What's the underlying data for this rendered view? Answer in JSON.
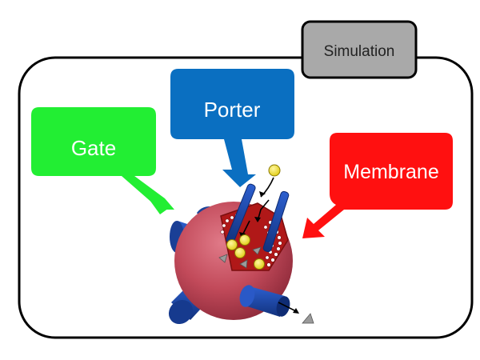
{
  "tab": {
    "label": "Simulation"
  },
  "callouts": {
    "gate": "Gate",
    "porter": "Porter",
    "membrane": "Membrane"
  },
  "colors": {
    "gate": "#22ee33",
    "porter": "#0a6fc1",
    "membrane": "#ff1010",
    "tab": "#a9a9a9",
    "cell": "#c24a5a",
    "channel": "#1f4aa8",
    "particle": "#f3e225",
    "frame": "#000000"
  },
  "icons": {
    "cell": "spherical-cell-icon",
    "particle": "ion-particle-icon",
    "channel": "membrane-channel-icon"
  }
}
